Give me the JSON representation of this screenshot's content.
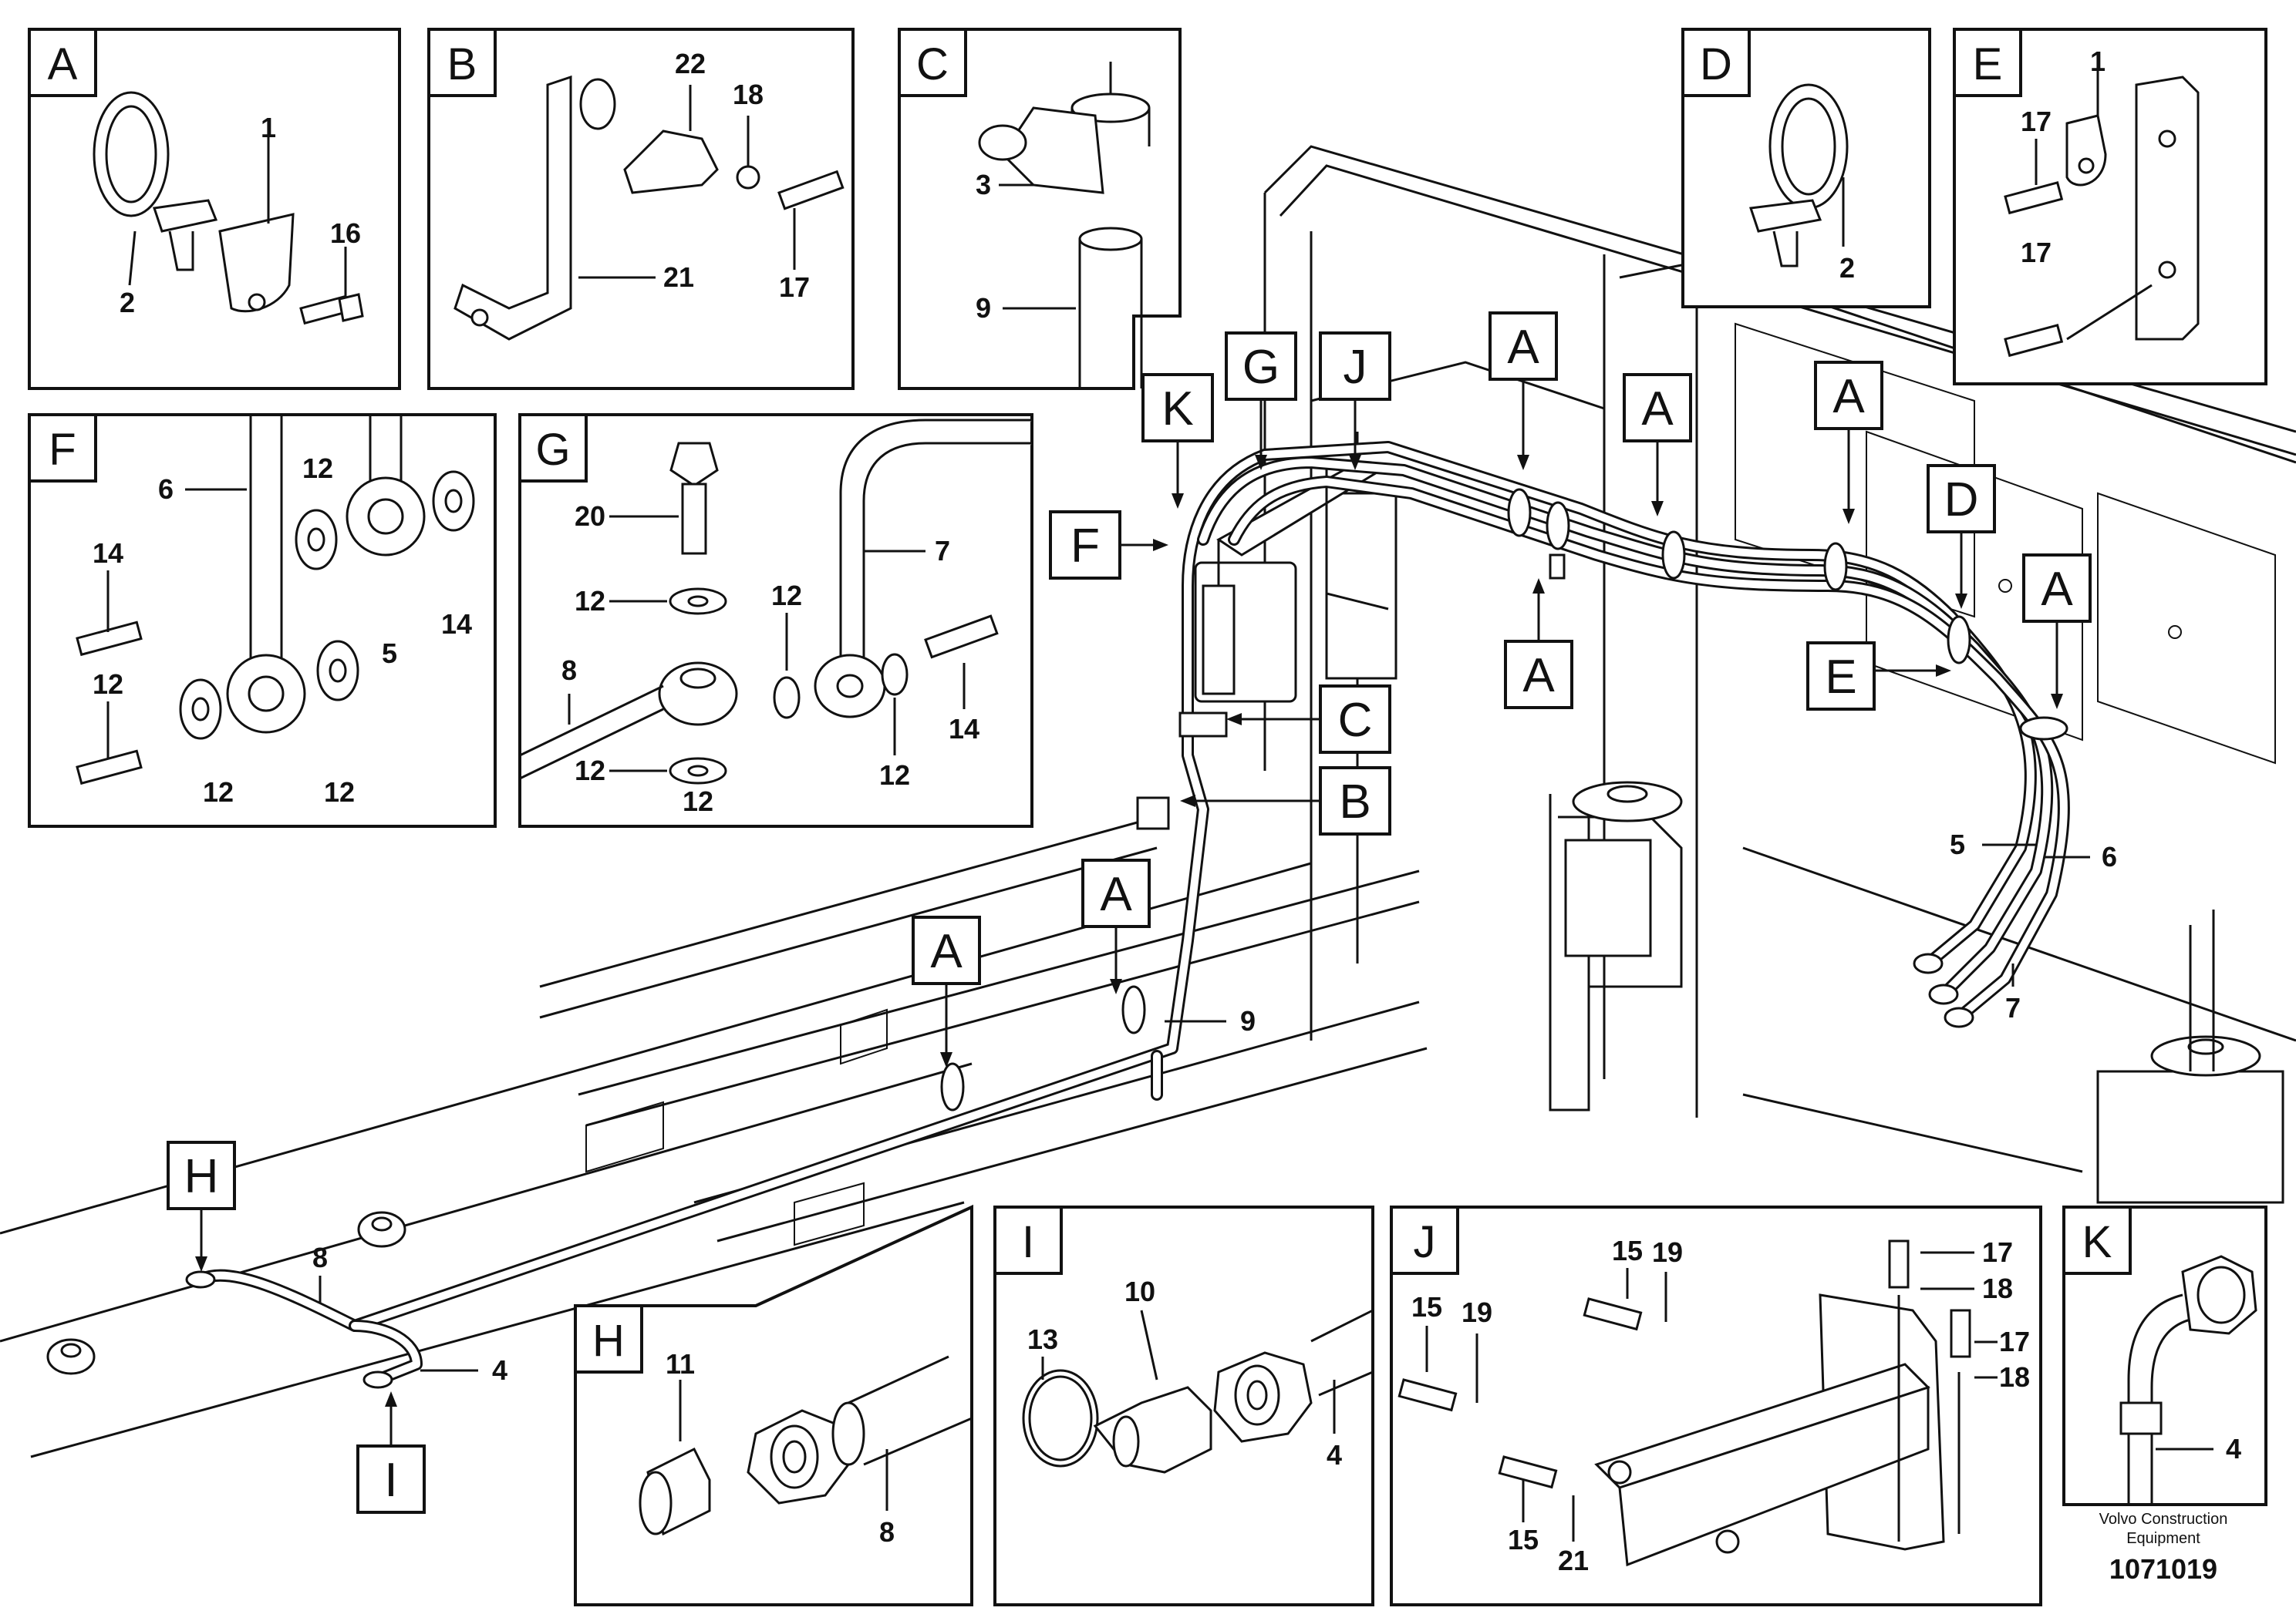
{
  "detail_panels": [
    {
      "letter": "A",
      "callouts": [
        "1",
        "2",
        "16"
      ]
    },
    {
      "letter": "B",
      "callouts": [
        "22",
        "18",
        "17",
        "21"
      ]
    },
    {
      "letter": "C",
      "callouts": [
        "3",
        "9"
      ]
    },
    {
      "letter": "D",
      "callouts": [
        "2"
      ]
    },
    {
      "letter": "E",
      "callouts": [
        "1",
        "17",
        "17"
      ]
    },
    {
      "letter": "F",
      "callouts": [
        "6",
        "12",
        "14",
        "5",
        "12",
        "14",
        "12",
        "12"
      ]
    },
    {
      "letter": "G",
      "callouts": [
        "20",
        "12",
        "7",
        "8",
        "12",
        "12",
        "14",
        "12",
        "12"
      ]
    },
    {
      "letter": "H",
      "callouts": [
        "11",
        "8"
      ]
    },
    {
      "letter": "I",
      "callouts": [
        "13",
        "10",
        "4"
      ]
    },
    {
      "letter": "J",
      "callouts": [
        "15",
        "19",
        "17",
        "18",
        "15",
        "19",
        "17",
        "18",
        "15",
        "21"
      ]
    },
    {
      "letter": "K",
      "callouts": [
        "4"
      ]
    }
  ],
  "main_view": {
    "detail_tags": [
      "K",
      "G",
      "J",
      "A",
      "A",
      "A",
      "D",
      "A",
      "F",
      "A",
      "E",
      "C",
      "B",
      "A",
      "A",
      "H",
      "I"
    ],
    "callouts": [
      "5",
      "6",
      "7",
      "9",
      "8",
      "4"
    ]
  },
  "footer": {
    "brand_line1": "Volvo Construction",
    "brand_line2": "Equipment",
    "drawing_number": "1071019"
  }
}
